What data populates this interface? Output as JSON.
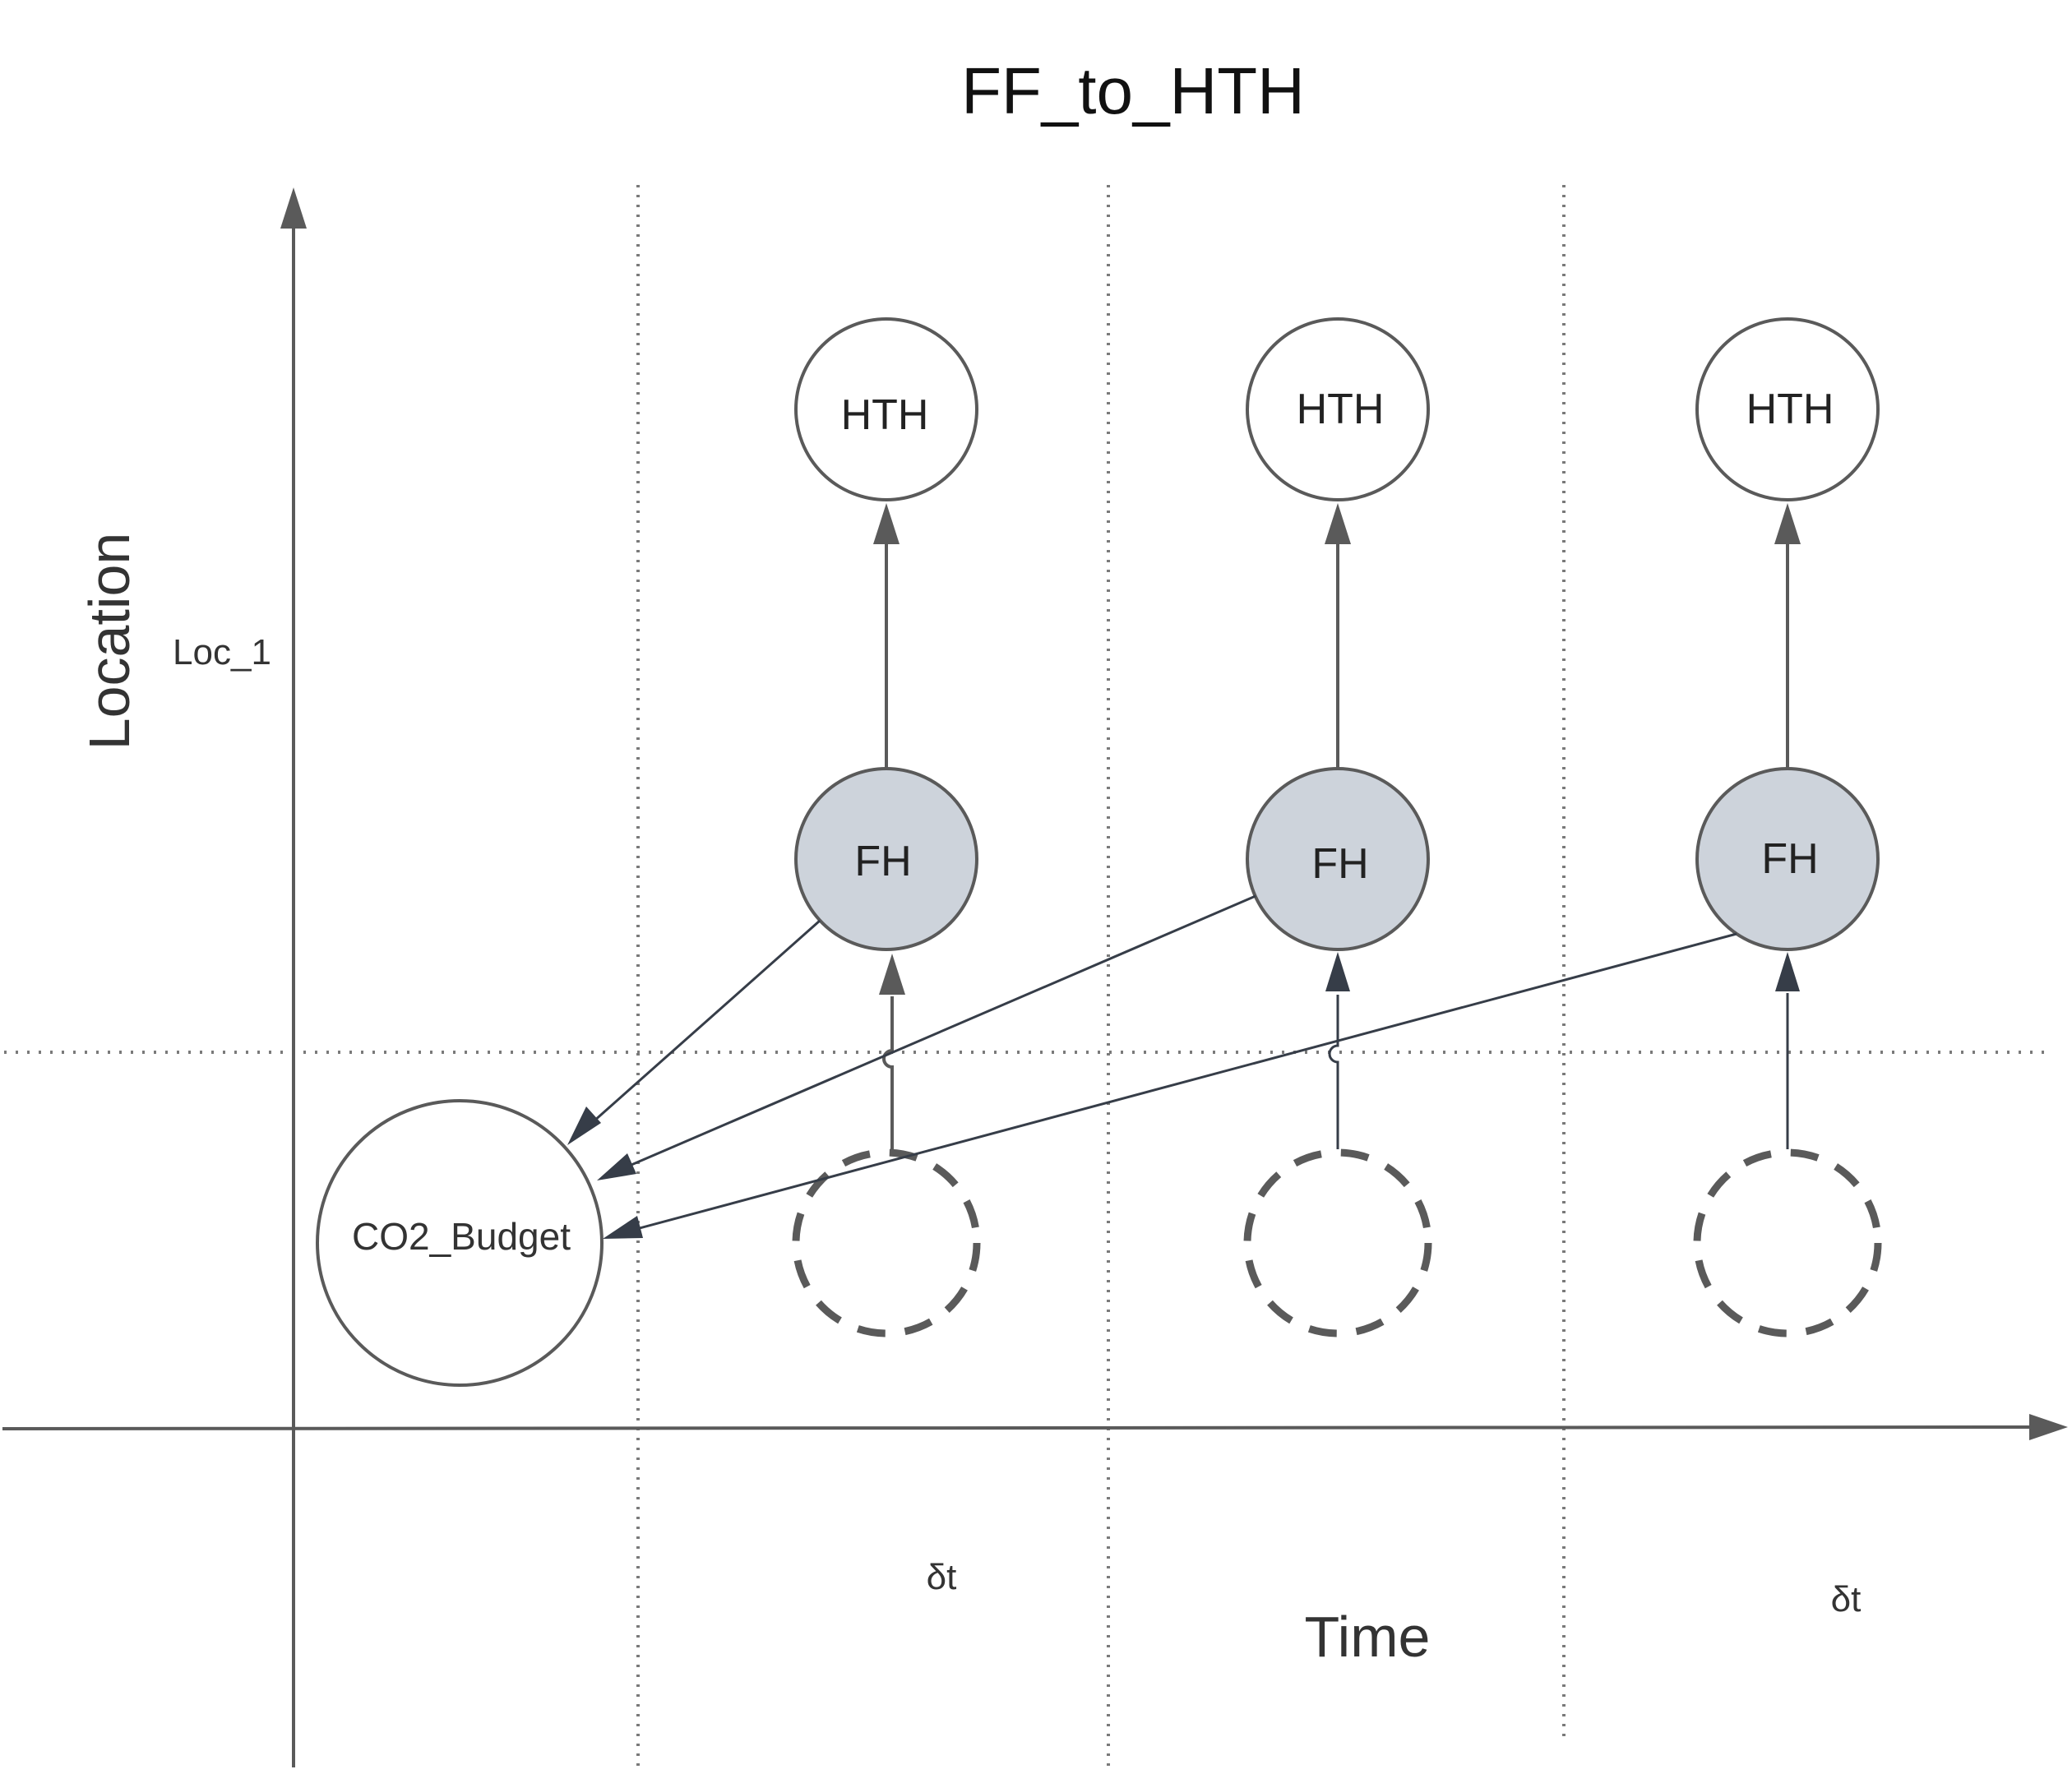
{
  "title": "FF_to_HTH",
  "axes": {
    "y_label": "Location",
    "x_label": "Time",
    "location_label": "Loc_1"
  },
  "time_step_labels": [
    "δt",
    "δt"
  ],
  "budget_node": {
    "label": "CO2_Budget"
  },
  "columns": [
    {
      "top_label": "HTH",
      "middle_label": "FH"
    },
    {
      "top_label": "HTH",
      "middle_label": "FH"
    },
    {
      "top_label": "HTH",
      "middle_label": "FH"
    }
  ],
  "colors": {
    "axis": "#5a5a5a",
    "node_stroke": "#5a5a5a",
    "fh_fill": "#cdd3db",
    "arrow_head_dark": "#363d48",
    "dotted": "#7a7a7a"
  }
}
